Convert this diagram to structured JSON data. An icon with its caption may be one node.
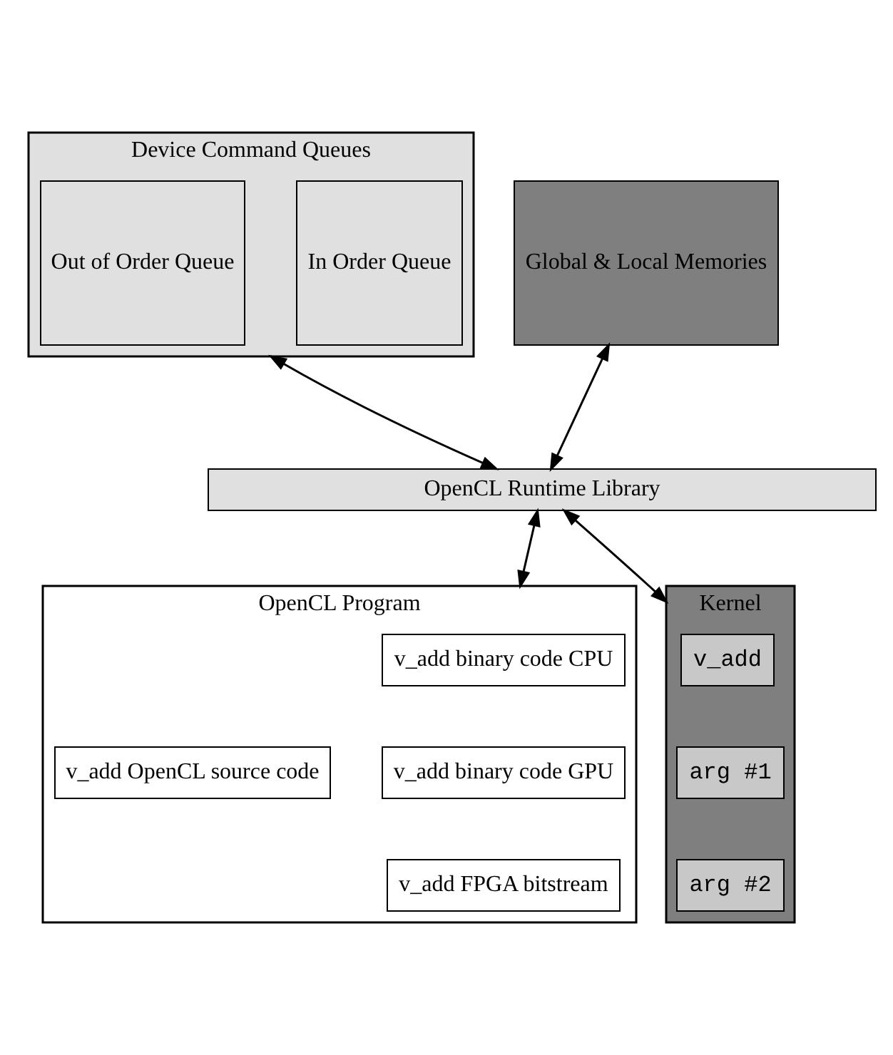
{
  "diagram": {
    "nodes": [
      {
        "text": [
          "Device Command Queues"
        ]
      },
      {
        "text": [
          "Out of Order Queue"
        ],
        "in": 0
      },
      {
        "text": [
          "In Order Queue"
        ],
        "in": 0
      },
      {
        "text": [
          "Global & Local Memories"
        ]
      },
      {
        "text": [
          "OpenCL Runtime Library"
        ]
      },
      {
        "text": [
          "OpenCL Program"
        ]
      },
      {
        "text": [
          "v_add OpenCL source code"
        ],
        "in": 5
      },
      {
        "text": [
          "v_add binary code CPU"
        ],
        "in": 5
      },
      {
        "text": [
          "v_add binary code GPU"
        ],
        "in": 5
      },
      {
        "text": [
          "v_add FPGA bitstream"
        ],
        "in": 5
      },
      {
        "text": [
          "Kernel"
        ]
      },
      {
        "text": [
          "v_add"
        ],
        "in": 10
      },
      {
        "text": [
          "arg #1"
        ],
        "in": 10
      },
      {
        "text": [
          "arg #2"
        ],
        "in": 10
      }
    ],
    "edges": [
      {
        "from": 0,
        "to": 4,
        "arrow": "both"
      },
      {
        "from": 3,
        "to": 4,
        "arrow": "both"
      },
      {
        "from": 4,
        "to": 5,
        "arrow": "both"
      },
      {
        "from": 4,
        "to": 10,
        "arrow": "both"
      }
    ]
  }
}
